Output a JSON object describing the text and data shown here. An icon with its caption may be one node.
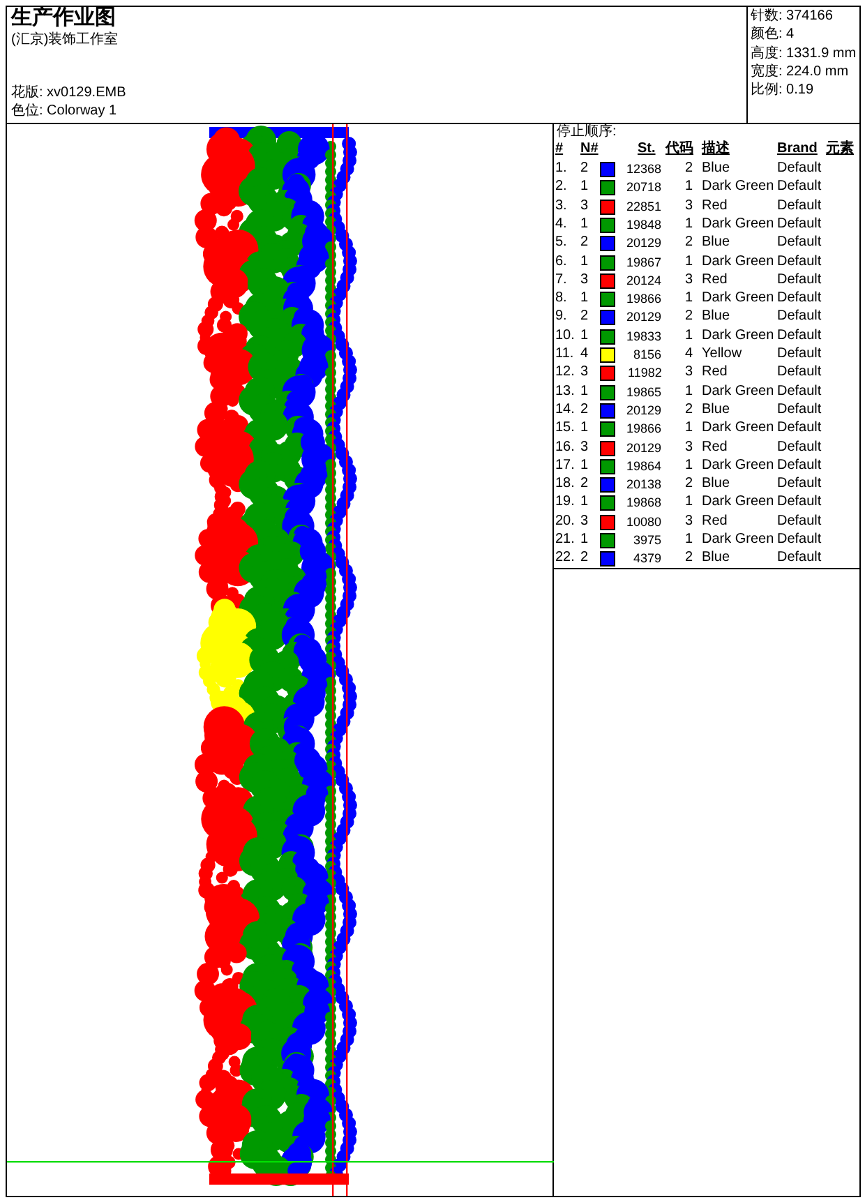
{
  "diagram": {
    "title": "生产作业图",
    "labels": [
      "(汇京)装饰工作室",
      "花版: xv0129.EMB",
      "色位: Colorway 1",
      "针数: 374166",
      "颜色: 4",
      "高度: 1331.9 mm",
      "宽度: 224.0 mm",
      "比例: 0.19",
      "停止顺序:",
      "#",
      "N#",
      "St.",
      "代码",
      "描述",
      "Brand",
      "元素",
      "1.",
      "2",
      "12368",
      "2",
      "Default",
      "2.",
      "1",
      "20718",
      "1",
      "Default",
      "3.",
      "3",
      "22851",
      "3",
      "Default",
      "4.",
      "1",
      "19848",
      "1",
      "Default",
      "5.",
      "2",
      "20129",
      "2",
      "Default",
      "6.",
      "1",
      "19867",
      "1",
      "Default",
      "7.",
      "3",
      "20124",
      "3",
      "Default",
      "8.",
      "1",
      "19866",
      "1",
      "Default",
      "9.",
      "2",
      "20129",
      "2",
      "Default",
      "10.",
      "1",
      "19833",
      "1",
      "Default",
      "11.",
      "4",
      "8156",
      "4",
      "Default",
      "12.",
      "3",
      "11982",
      "3",
      "Default",
      "13.",
      "1",
      "19865",
      "1",
      "Default",
      "14.",
      "2",
      "20129",
      "2",
      "Default",
      "15.",
      "1",
      "19866",
      "1",
      "Default",
      "16.",
      "3",
      "20129",
      "3",
      "Default",
      "17.",
      "1",
      "19864",
      "1",
      "Default",
      "18.",
      "2",
      "20138",
      "2",
      "Default",
      "19.",
      "1",
      "19868",
      "1",
      "Default",
      "20.",
      "3",
      "10080",
      "3",
      "Default",
      "21.",
      "1",
      "3975",
      "1",
      "Default",
      "22.",
      "2",
      "4379",
      "2",
      "Default"
    ],
    "legend": [
      {
        "text": "Blue",
        "color": "#0000ff"
      },
      {
        "text": "Dark Green",
        "color": "#009900"
      },
      {
        "text": "Red",
        "color": "#ff0000"
      },
      {
        "text": "Dark Green",
        "color": "#009900"
      },
      {
        "text": "Blue",
        "color": "#0000ff"
      },
      {
        "text": "Dark Green",
        "color": "#009900"
      },
      {
        "text": "Red",
        "color": "#ff0000"
      },
      {
        "text": "Dark Green",
        "color": "#009900"
      },
      {
        "text": "Blue",
        "color": "#0000ff"
      },
      {
        "text": "Dark Green",
        "color": "#009900"
      },
      {
        "text": "Yellow",
        "color": "#ffff00"
      },
      {
        "text": "Red",
        "color": "#ff0000"
      },
      {
        "text": "Dark Green",
        "color": "#009900"
      },
      {
        "text": "Blue",
        "color": "#0000ff"
      },
      {
        "text": "Dark Green",
        "color": "#009900"
      },
      {
        "text": "Red",
        "color": "#ff0000"
      },
      {
        "text": "Dark Green",
        "color": "#009900"
      },
      {
        "text": "Blue",
        "color": "#0000ff"
      },
      {
        "text": "Dark Green",
        "color": "#009900"
      },
      {
        "text": "Red",
        "color": "#ff0000"
      },
      {
        "text": "Dark Green",
        "color": "#009900"
      },
      {
        "text": "Blue",
        "color": "#0000ff"
      }
    ]
  }
}
